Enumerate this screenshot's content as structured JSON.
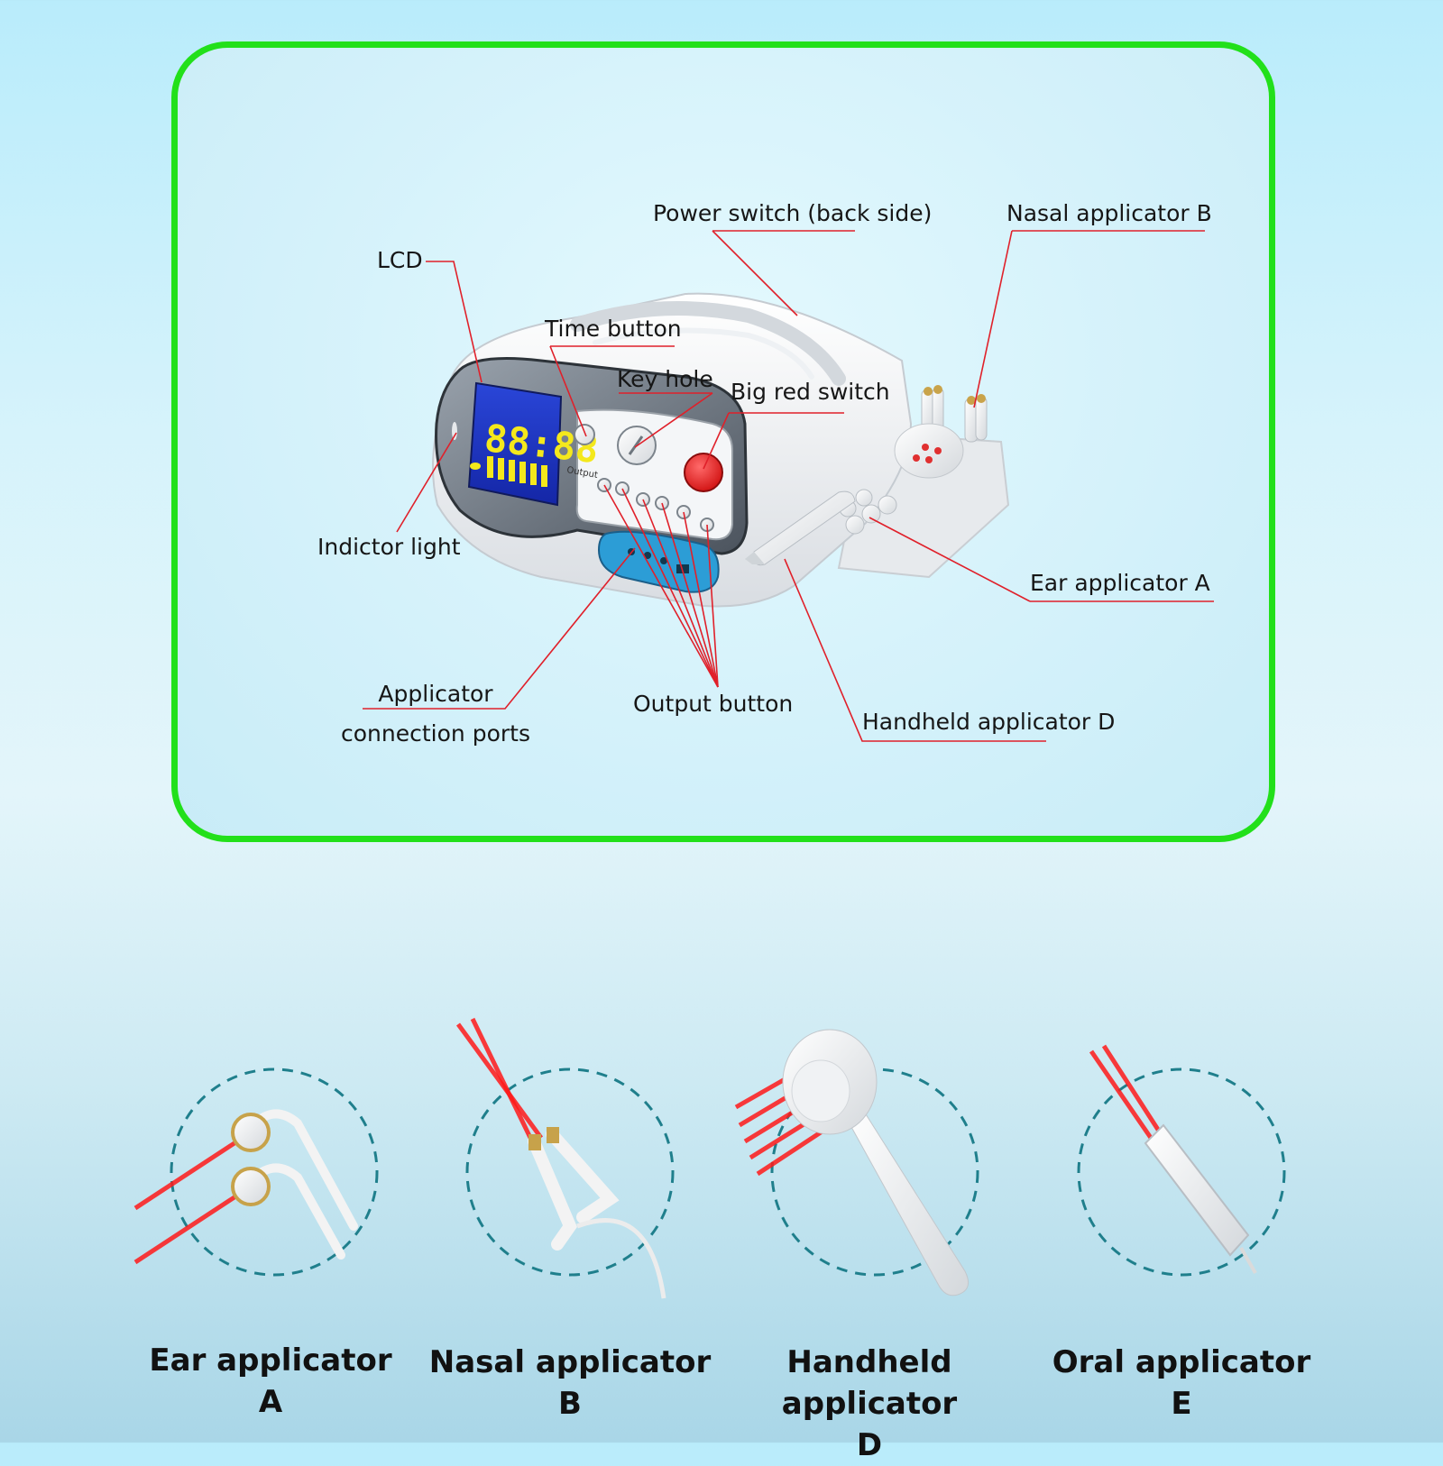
{
  "callouts": {
    "power_switch": "Power switch (back side)",
    "nasal_applicator_b": "Nasal applicator B",
    "lcd": "LCD",
    "time_button": "Time button",
    "key_hole": "Key hole",
    "big_red_switch": "Big red switch",
    "indicator_light": "Indictor light",
    "ear_applicator_a": "Ear applicator A",
    "applicator_ports_line1": "Applicator",
    "applicator_ports_line2": "connection ports",
    "output_button": "Output button",
    "handheld_applicator_d": "Handheld applicator D"
  },
  "device": {
    "display_digits": "88:88",
    "output_label": "Output"
  },
  "applicators": [
    {
      "name": "Ear applicator",
      "letter": "A"
    },
    {
      "name": "Nasal applicator",
      "letter": "B"
    },
    {
      "name": "Handheld applicator",
      "letter": "D"
    },
    {
      "name": "Oral applicator",
      "letter": "E"
    }
  ],
  "colors": {
    "frame": "#22e01a",
    "leader_line": "#e0202a",
    "laser": "#ff1a1a",
    "circle_dash": "#1f7f8c"
  }
}
